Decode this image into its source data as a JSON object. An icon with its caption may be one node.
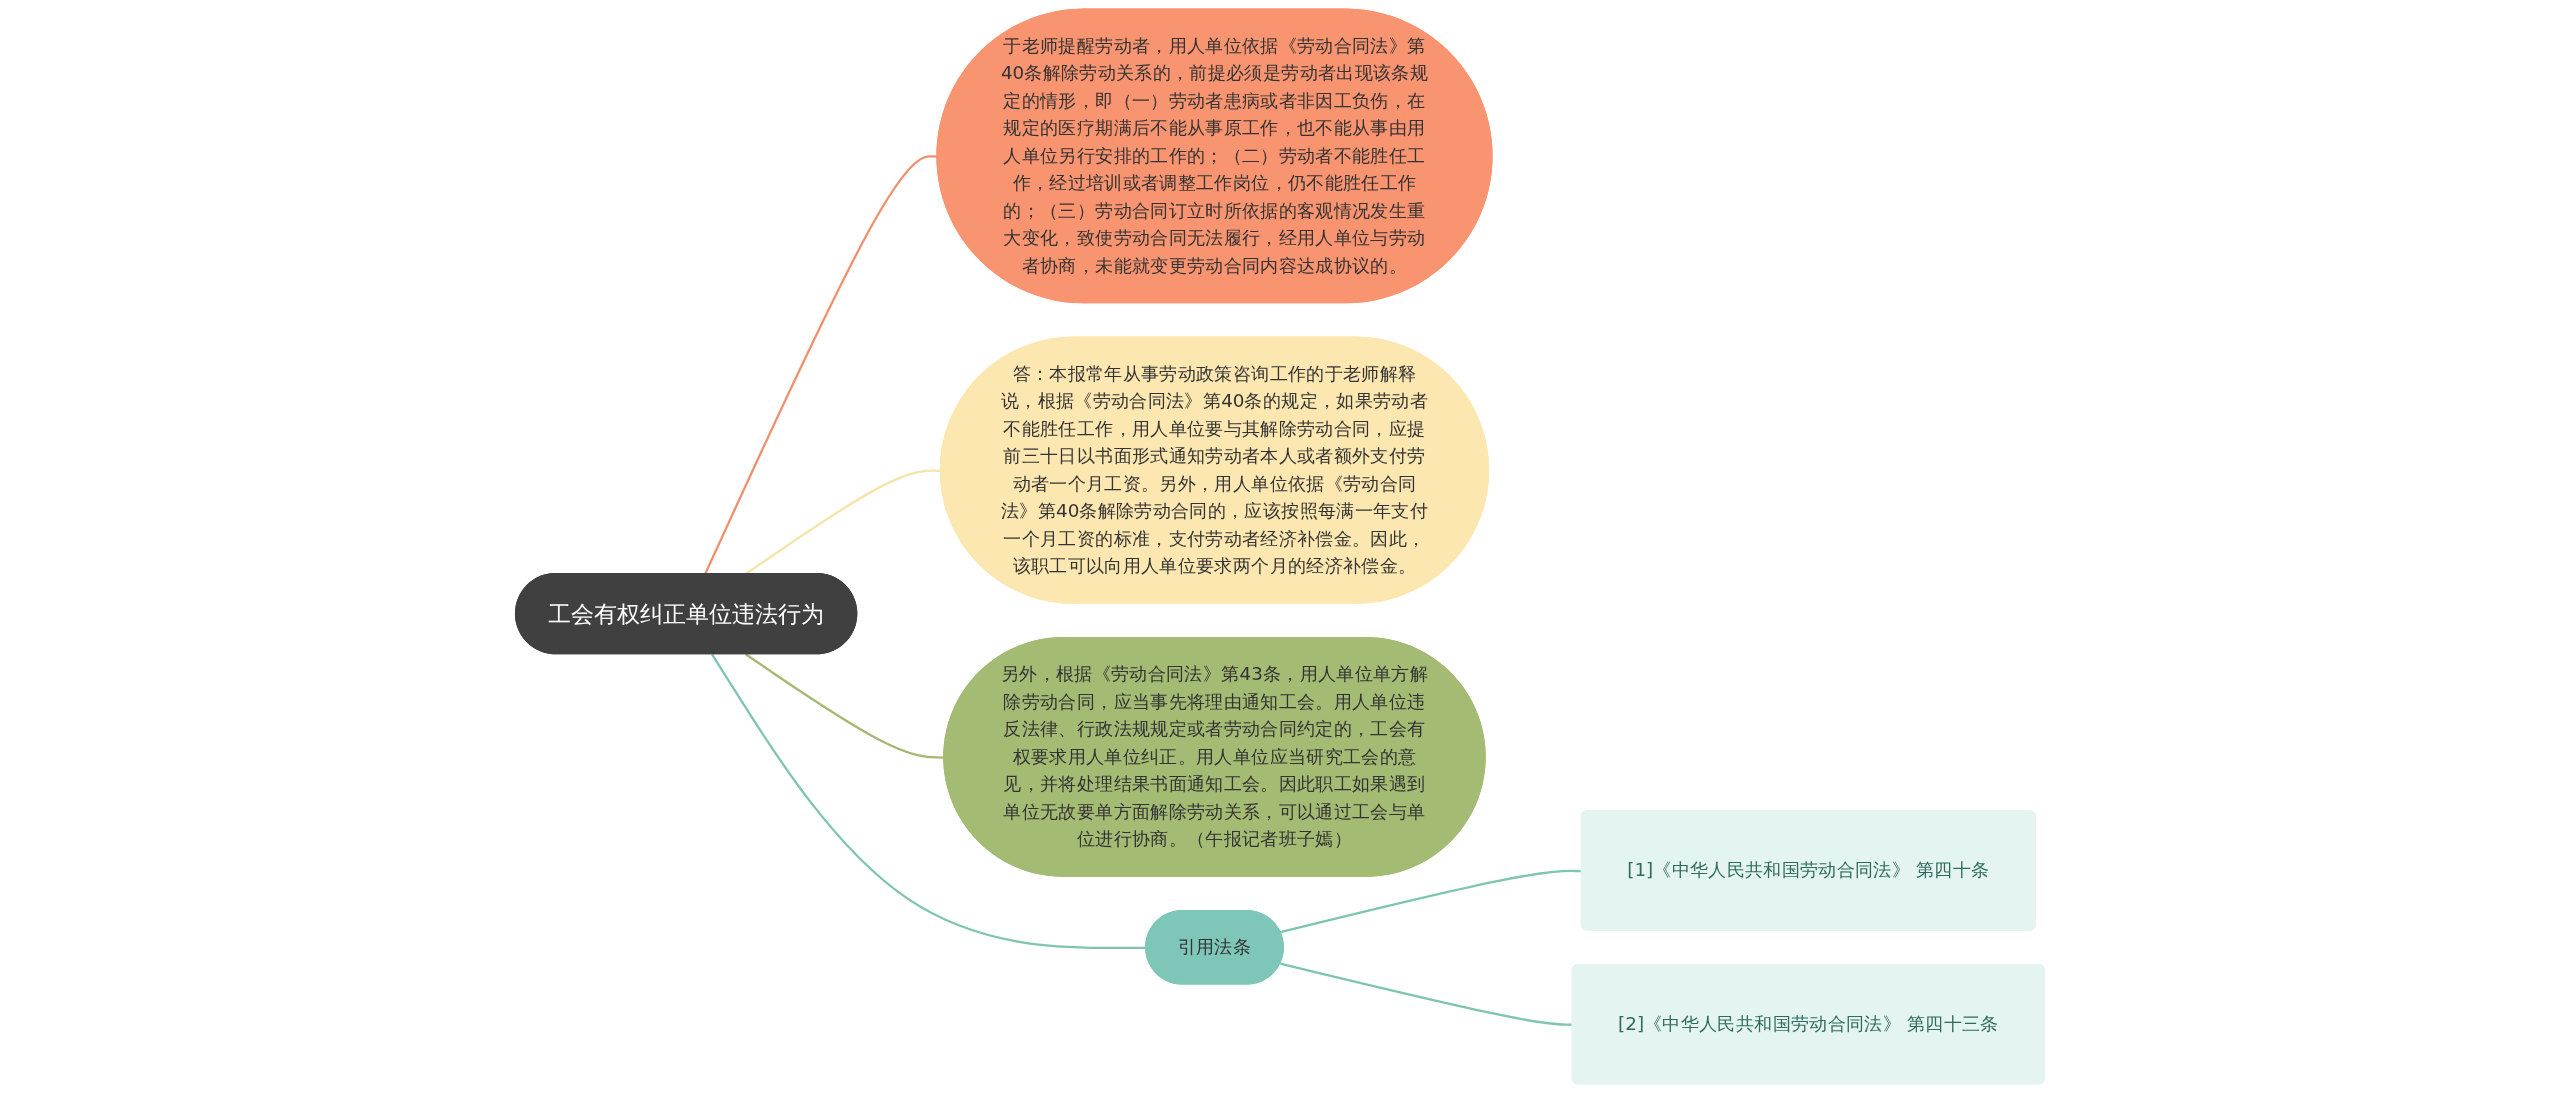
{
  "diagram": {
    "nodes": [
      {
        "text": [
          "工会有权纠正单位违法行为"
        ]
      },
      {
        "text": [
          "于老师提醒劳动者，用人单位依据《劳动合同法》第40条解除劳动关系的，前提必须是劳动者出现该条规定的情形，即（一）劳动者患病或者非因工负伤，在规定的医疗期满后不能从事原工作，也不能从事由用人单位另行安排的工作的；（二）劳动者不能胜任工作，经过培训或者调整工作岗位，仍不能胜任工作的；（三）劳动合同订立时所依据的客观情况发生重大变化，致使劳动合同无法履行，经用人单位与劳动者协商，未能就变更劳动合同内容达成协议的。"
        ]
      },
      {
        "text": [
          "答：本报常年从事劳动政策咨询工作的于老师解释说，根据《劳动合同法》第40条的规定，如果劳动者不能胜任工作，用人单位要与其解除劳动合同，应提前三十日以书面形式通知劳动者本人或者额外支付劳动者一个月工资。另外，用人单位依据《劳动合同法》第40条解除劳动合同的，应该按照每满一年支付一个月工资的标准，支付劳动者经济补偿金。因此，该职工可以向用人单位要求两个月的经济补偿金。"
        ]
      },
      {
        "text": [
          "另外，根据《劳动合同法》第43条，用人单位单方解除劳动合同，应当事先将理由通知工会。用人单位违反法律、行政法规规定或者劳动合同约定的，工会有权要求用人单位纠正。用人单位应当研究工会的意见，并将处理结果书面通知工会。因此职工如果遇到单位无故要单方面解除劳动关系，可以通过工会与单位进行协商。（午报记者班子嫣）"
        ]
      },
      {
        "text": [
          "引用法条"
        ]
      },
      {
        "text": [
          "[1]《中华人民共和国劳动合同法》 第四十条"
        ]
      },
      {
        "text": [
          "[2]《中华人民共和国劳动合同法》 第四十三条"
        ]
      }
    ],
    "edges": [
      {
        "from": 0,
        "to": 1,
        "arrow": "none",
        "color": "#f0906c"
      },
      {
        "from": 0,
        "to": 2,
        "arrow": "none",
        "color": "#f5e3a8"
      },
      {
        "from": 0,
        "to": 3,
        "arrow": "none",
        "color": "#a3b96f"
      },
      {
        "from": 0,
        "to": 4,
        "arrow": "none"
      },
      {
        "from": 4,
        "to": 5,
        "arrow": "none"
      },
      {
        "from": 4,
        "to": 6,
        "arrow": "none"
      }
    ]
  }
}
